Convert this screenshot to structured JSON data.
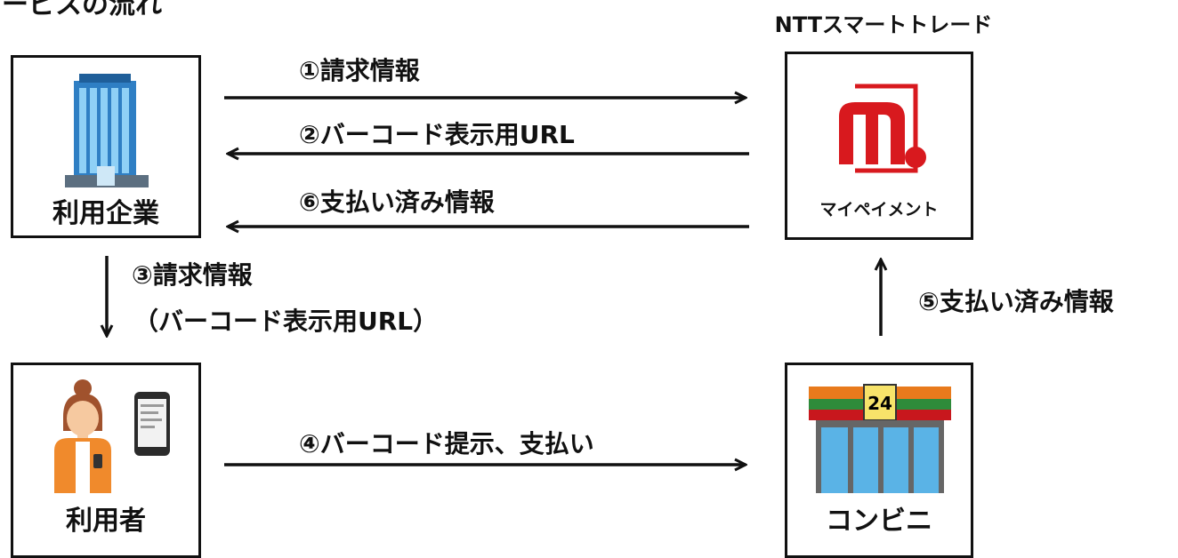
{
  "header": {
    "title_fragment": "ービスの流れ"
  },
  "nodes": {
    "company": {
      "label": "利用企業"
    },
    "user": {
      "label": "利用者"
    },
    "ntt": {
      "caption": "NTTスマートトレード",
      "logo_text": "マイペイメント",
      "logo_color": "#d8191e"
    },
    "store": {
      "label": "コンビニ",
      "sign_text": "24",
      "stripe_colors": [
        "#e87a1c",
        "#2e8b3a",
        "#c8171d"
      ],
      "window_color": "#5ab3e6"
    }
  },
  "flows": [
    {
      "label": "①請求情報",
      "from": "company",
      "to": "ntt"
    },
    {
      "label": "②バーコード表示用URL",
      "from": "ntt",
      "to": "company"
    },
    {
      "label": "⑥支払い済み情報",
      "from": "ntt",
      "to": "company"
    },
    {
      "label": "③請求情報",
      "label_line2": "（バーコード表示用URL）",
      "from": "company",
      "to": "user"
    },
    {
      "label": "④バーコード提示、支払い",
      "from": "user",
      "to": "store"
    },
    {
      "label": "⑤支払い済み情報",
      "from": "store",
      "to": "ntt"
    }
  ]
}
